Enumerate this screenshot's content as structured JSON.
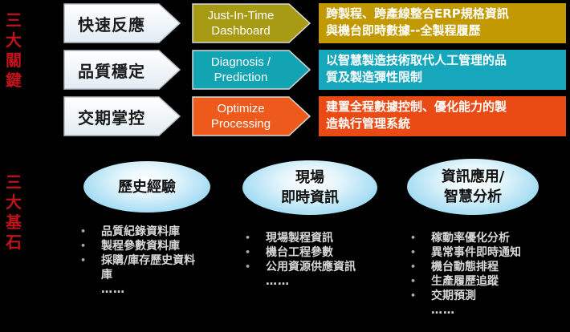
{
  "side_titles": {
    "keys": [
      "三",
      "大",
      "關",
      "鍵"
    ],
    "foundations": [
      "三",
      "大",
      "基",
      "石"
    ]
  },
  "rows": [
    {
      "left_label": "快速反應",
      "mid_label_line1": "Just-In-Time",
      "mid_label_line2": "Dashboard",
      "desc_line1": "跨製程、跨產線整合ERP規格資訊",
      "desc_line2": "與機台即時數據--全製程履歷",
      "mid_color": "#a79a14",
      "desc_color": "#c29a00"
    },
    {
      "left_label": "品質穩定",
      "mid_label_line1": "Diagnosis /",
      "mid_label_line2": "Prediction",
      "desc_line1": "以智慧製造技術取代人工管理的品",
      "desc_line2": "質及製造彈性限制",
      "mid_color": "#13a4b4",
      "desc_color": "#17a7bd"
    },
    {
      "left_label": "交期掌控",
      "mid_label_line1": "Optimize",
      "mid_label_line2": "Processing",
      "desc_line1": "建置全程數據控制、優化能力的製",
      "desc_line2": "造執行管理系統",
      "mid_color": "#ee5a1b",
      "desc_color": "#ea4a14"
    }
  ],
  "pillars": [
    {
      "title_line1": "歷史經驗",
      "title_line2": "",
      "items": [
        "品質紀錄資料庫",
        "製程參數資料庫",
        "採購/庫存歷史資料",
        "庫"
      ],
      "more": "……"
    },
    {
      "title_line1": "現場",
      "title_line2": "即時資訊",
      "items": [
        "現場製程資訊",
        "機台工程參數",
        "公用資源供應資訊"
      ],
      "more": "……"
    },
    {
      "title_line1": "資訊應用/",
      "title_line2": "智慧分析",
      "items": [
        "稼動率優化分析",
        "異常事件即時通知",
        "機台動態排程",
        "生產履歷追蹤",
        "交期預測"
      ],
      "more": "……"
    }
  ],
  "bullet": "•"
}
